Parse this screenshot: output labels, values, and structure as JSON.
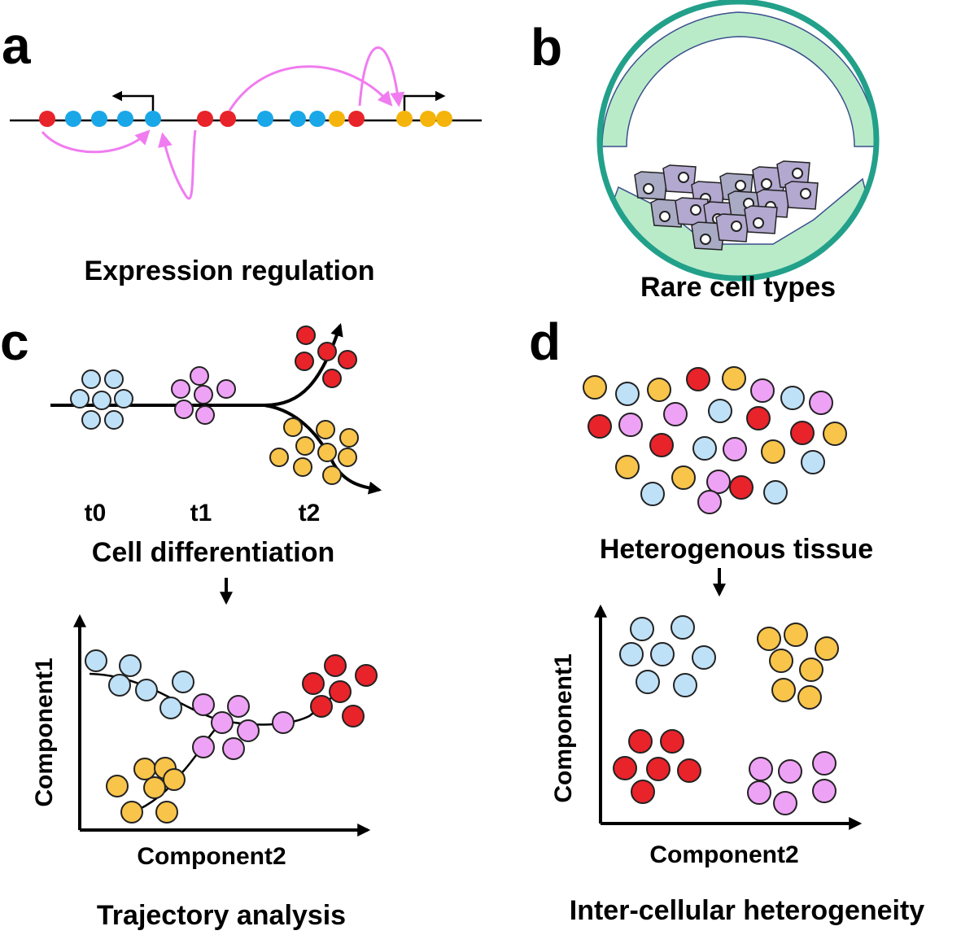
{
  "colors": {
    "blue": "#bfe1f8",
    "pink": "#eea2f5",
    "red": "#e8232a",
    "yellow": "#f8c44a",
    "blue_dot": "#1aa7e8",
    "yellow_dot": "#f5b40b",
    "magenta_arrow": "#f07cf0",
    "teal": "#22a08a",
    "tissue_green": "#b9ebc9",
    "cell_purple": "#b3a8cf"
  },
  "panels": {
    "a": {
      "letter": "a",
      "caption": "Expression regulation"
    },
    "b": {
      "letter": "b",
      "caption": "Rare cell types"
    },
    "c": {
      "letter": "c",
      "timepoints": [
        "t0",
        "t1",
        "t2"
      ],
      "caption_top": "Cell differentiation",
      "x_axis": "Component2",
      "y_axis": "Component1",
      "caption_bottom": "Trajectory analysis"
    },
    "d": {
      "letter": "d",
      "caption_top": "Heterogenous tissue",
      "x_axis": "Component2",
      "y_axis": "Component1",
      "caption_bottom": "Inter-cellular heterogeneity"
    }
  }
}
